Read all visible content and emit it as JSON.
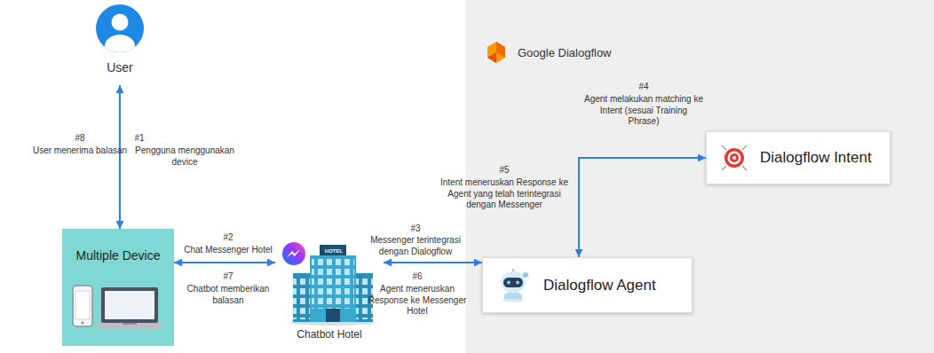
{
  "diagram": {
    "nodes": [
      {
        "text": [
          "User"
        ]
      },
      {
        "text": [
          "Multiple Device"
        ]
      },
      {
        "text": [
          "Chatbot Hotel"
        ]
      },
      {
        "text": [
          "Google Dialogflow"
        ]
      },
      {
        "text": [
          "Dialogflow Intent"
        ],
        "in": 3
      },
      {
        "text": [
          "Dialogflow Agent"
        ],
        "in": 3
      }
    ],
    "edges": [
      {
        "from": 0,
        "to": 1,
        "arrow": "both"
      },
      {
        "from": 1,
        "to": 2,
        "arrow": "both"
      },
      {
        "from": 2,
        "to": 5,
        "arrow": "both"
      },
      {
        "from": 5,
        "to": 4,
        "arrow": "both"
      }
    ],
    "labels": [
      "#8",
      "User menerima balasan",
      "#1",
      "Pengguna menggunakan device",
      "#2",
      "Chat Messenger Hotel",
      "#7",
      "Chatbot memberikan balasan",
      "#3",
      "Messenger terintegrasi dengan Dialogflow",
      "#6",
      "Agent meneruskan Response ke Messenger Hotel",
      "#4",
      "Agent melakukan matching ke Intent (sesuai Training Phrase)",
      "#5",
      "Intent meneruskan Response ke Agent yang telah terintegrasi dengan Messenger",
      "HOTEL"
    ]
  }
}
